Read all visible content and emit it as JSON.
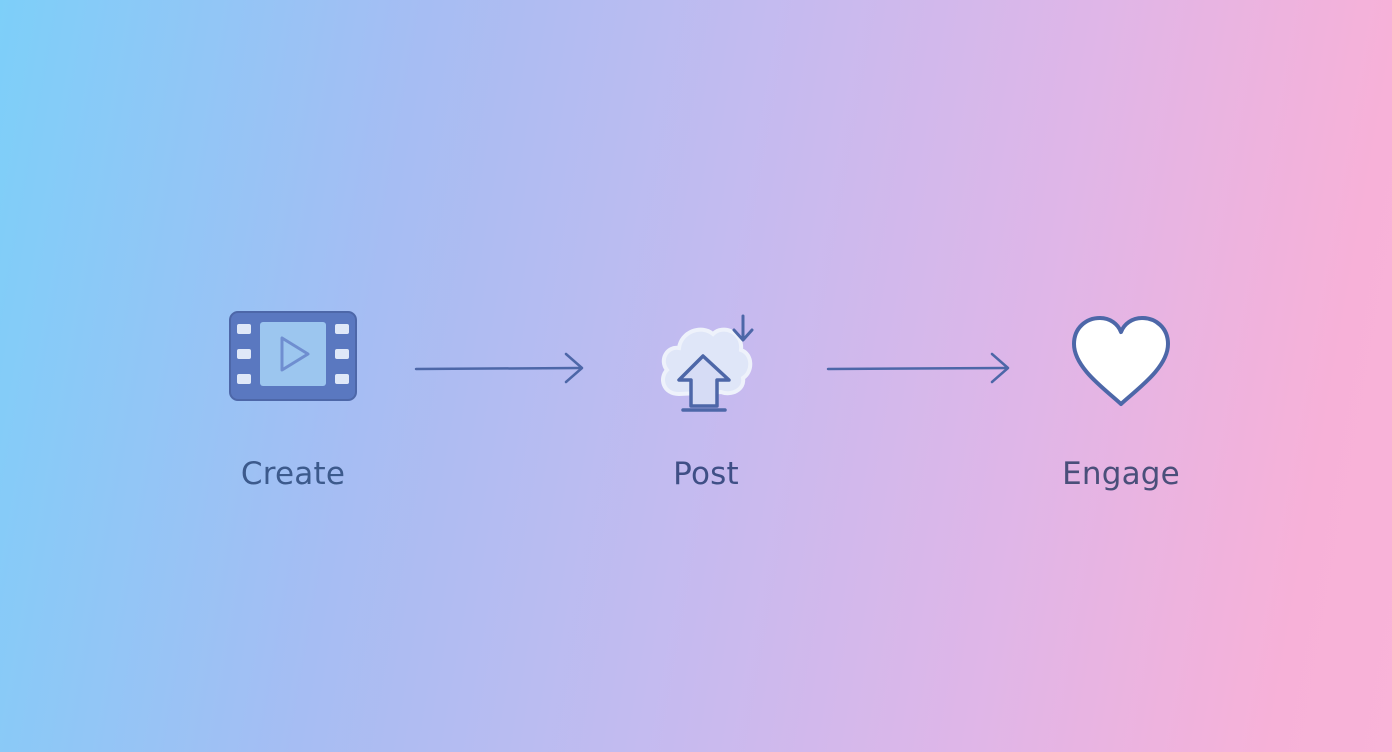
{
  "steps": [
    {
      "id": "create",
      "label": "Create",
      "icon": "film-play-icon"
    },
    {
      "id": "post",
      "label": "Post",
      "icon": "cloud-upload-icon"
    },
    {
      "id": "engage",
      "label": "Engage",
      "icon": "heart-icon"
    }
  ],
  "connectors": [
    {
      "from": "create",
      "to": "post",
      "icon": "arrow-right-icon"
    },
    {
      "from": "post",
      "to": "engage",
      "icon": "arrow-right-icon"
    }
  ],
  "colors": {
    "stroke": "#4d67a8",
    "film_fill": "#5a78c0",
    "film_screen": "#9cc6ef",
    "heart_fill": "#ffffff",
    "gradient_left": "#7dcff9",
    "gradient_right": "#f9b3d8"
  }
}
